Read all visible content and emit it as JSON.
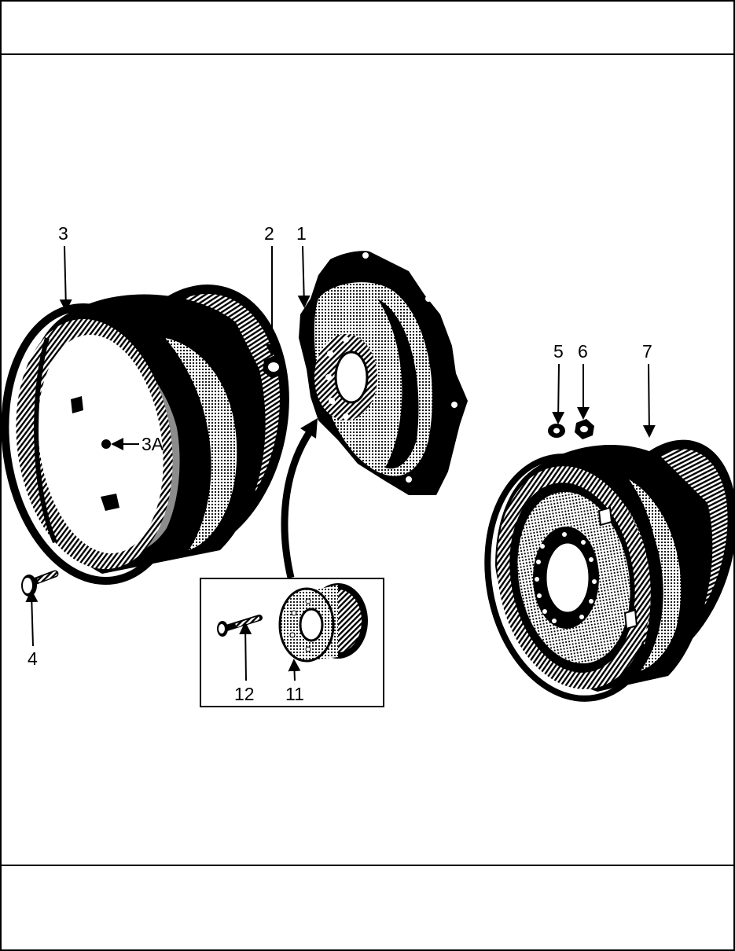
{
  "header": {
    "text": ""
  },
  "footer": {
    "text": ""
  },
  "callouts": {
    "c1": "1",
    "c2": "2",
    "c3": "3",
    "c3a": "3A",
    "c4": "4",
    "c5": "5",
    "c6": "6",
    "c7": "7",
    "c11": "11",
    "c12": "12"
  },
  "colors": {
    "ink": "#000000",
    "paper": "#ffffff"
  }
}
